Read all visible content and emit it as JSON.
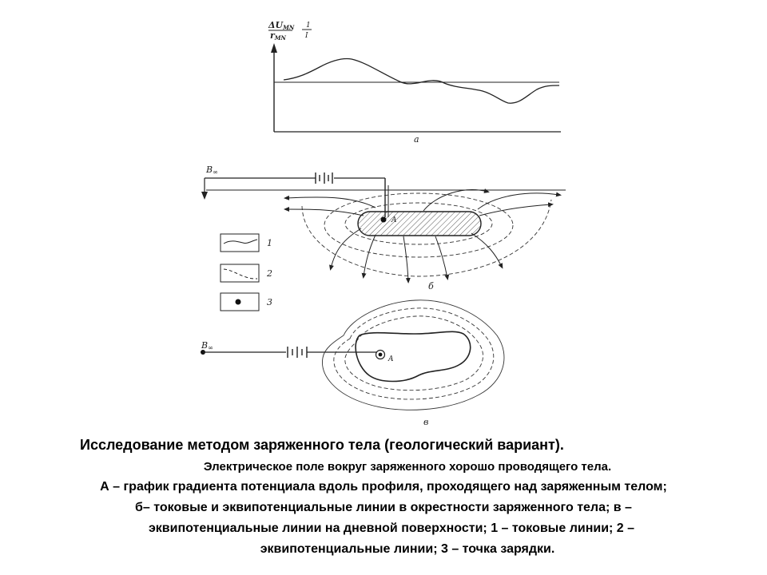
{
  "figure": {
    "panel_a": {
      "axis_label_numerator": "ΔU",
      "axis_label_numerator_sub": "MN",
      "axis_label_denominator": "r",
      "axis_label_denominator_sub": "MN",
      "axis_label_fraction_num": "1",
      "axis_label_fraction_den": "I",
      "panel_letter": "а"
    },
    "panel_b": {
      "source_label": "B",
      "source_sub": "∞",
      "point_label": "A",
      "panel_letter": "б"
    },
    "legend": [
      {
        "number": "1"
      },
      {
        "number": "2"
      },
      {
        "number": "3"
      }
    ],
    "panel_c": {
      "source_label": "B",
      "source_sub": "∞",
      "point_label": "A",
      "panel_letter": "в"
    }
  },
  "caption": {
    "title": "Исследование методом заряженного тела (геологический вариант).",
    "line1": "Электрическое поле вокруг заряженного хорошо проводящего тела.",
    "line2": "А – график градиента потенциала вдоль профиля, проходящего над заряженным телом;",
    "line3": "б– токовые и эквипотенциальные линии в окрестности заряженного тела; в –",
    "line4": "эквипотенциальные линии на дневной поверхности; 1 – токовые линии; 2 –",
    "line5": "эквипотенциальные линии;  3 – точка зарядки."
  }
}
